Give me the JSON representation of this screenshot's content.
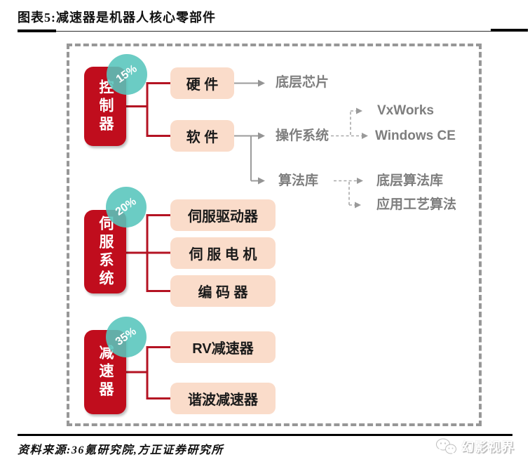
{
  "figure": {
    "title": "图表5:减速器是机器人核心零部件",
    "source": "资料来源:36氪研究院,方正证券研究所",
    "watermark": "幻影视界"
  },
  "colors": {
    "group_red": "#c00d1d",
    "connector_red": "#b41323",
    "badge_teal": "#56c5bc",
    "component_pink": "#fadcca",
    "label_gray": "#7e7e7e",
    "dashed_border_gray": "#979797"
  },
  "tree": {
    "groups": [
      {
        "name": "控制器",
        "share": "15%",
        "children": [
          {
            "label": "硬 件",
            "outputs": [
              {
                "label": "底层芯片",
                "subs": []
              }
            ]
          },
          {
            "label": "软 件",
            "outputs": [
              {
                "label": "操作系统",
                "subs": [
                  "VxWorks",
                  "Windows CE"
                ]
              },
              {
                "label": "算法库",
                "subs": [
                  "底层算法库",
                  "应用工艺算法"
                ]
              }
            ]
          }
        ]
      },
      {
        "name": "伺服系统",
        "share": "20%",
        "children": [
          {
            "label": "伺服驱动器"
          },
          {
            "label": "伺 服 电 机"
          },
          {
            "label": "编 码 器"
          }
        ]
      },
      {
        "name": "减速器",
        "share": "35%",
        "children": [
          {
            "label": "RV减速器"
          },
          {
            "label": "谐波减速器"
          }
        ]
      }
    ]
  }
}
